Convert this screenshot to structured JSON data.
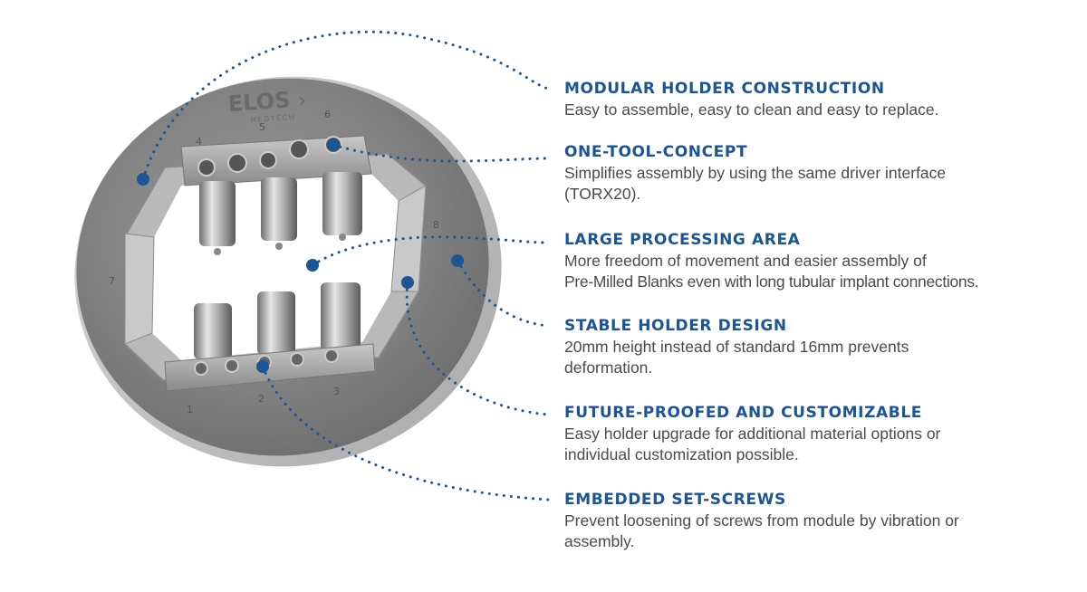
{
  "brand": {
    "logo": "ELOS",
    "sub": "MEDTECH"
  },
  "position_labels": [
    "1",
    "2",
    "3",
    "4",
    "5",
    "6",
    "7",
    "8"
  ],
  "callout_color": "#1c5594",
  "features": [
    {
      "title": "MODULAR HOLDER CONSTRUCTION",
      "desc_lines": [
        "Easy to assemble, easy to clean and easy to replace."
      ]
    },
    {
      "title": "ONE-TOOL-CONCEPT",
      "desc_lines": [
        "Simplifies assembly by using the same driver interface",
        "(TORX20)."
      ]
    },
    {
      "title": "LARGE PROCESSING AREA",
      "desc_lines": [
        "More freedom of movement and easier assembly of",
        "Pre-Milled Blanks even with long tubular implant connections."
      ]
    },
    {
      "title": "STABLE HOLDER DESIGN",
      "desc_lines": [
        "20mm height instead of standard 16mm prevents",
        "deformation."
      ]
    },
    {
      "title": "FUTURE-PROOFED AND CUSTOMIZABLE",
      "desc_lines": [
        "Easy holder upgrade for additional material options or",
        "individual customization possible."
      ]
    },
    {
      "title": "EMBEDDED SET-SCREWS",
      "desc_lines": [
        "Prevent loosening of screws from module by vibration or",
        "assembly."
      ]
    }
  ]
}
